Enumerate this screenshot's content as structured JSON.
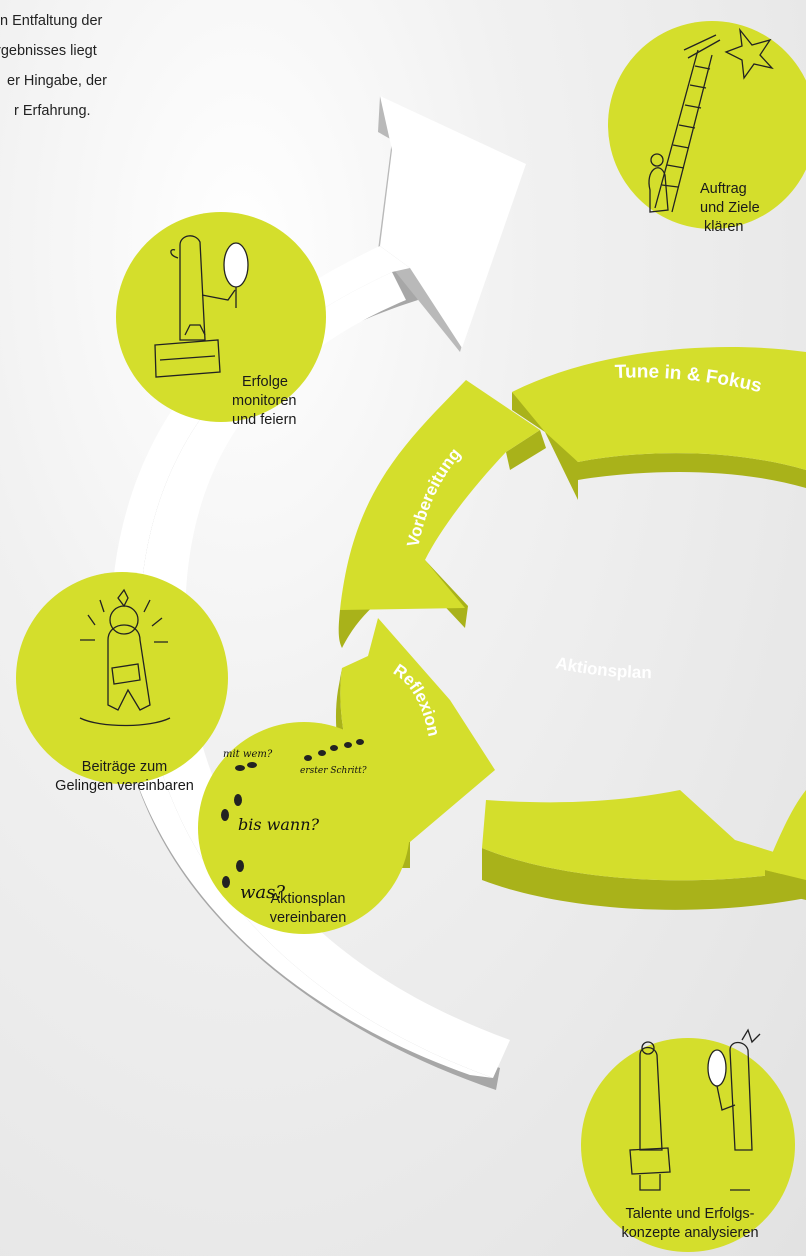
{
  "intro": {
    "lines": [
      "n Entfaltung der",
      "rgebnisses liegt",
      "er Hingabe, der",
      "r Erfahrung."
    ]
  },
  "outer_steps": [
    {
      "id": "auftrag",
      "lines": [
        "Auftrag",
        "und Ziele",
        "klären"
      ],
      "icon": "ladder-to-star-icon"
    },
    {
      "id": "erfolge",
      "lines": [
        "Erfolge",
        "monitoren",
        "und feiern"
      ],
      "icon": "figure-with-mirror-icon"
    },
    {
      "id": "beitraege",
      "lines": [
        "Beiträge zum",
        "Gelingen vereinbaren"
      ],
      "icon": "joyful-figure-icon"
    },
    {
      "id": "aktionsplan",
      "lines": [
        "Aktionsplan",
        "vereinbaren"
      ],
      "icon": "footsteps-icon"
    },
    {
      "id": "talente",
      "lines": [
        "Talente und Erfolgs-",
        "konzepte analysieren"
      ],
      "icon": "two-figures-mirror-icon"
    }
  ],
  "sketch_text": {
    "mit_wem": "mit wem?",
    "erster_schritt": "erster Schritt?",
    "bis_wann": "bis wann?",
    "was": "was?"
  },
  "inner_cycle": [
    "Tune in & Fokus",
    "Vorbereitung",
    "Reflexion",
    "Aktionsplan"
  ],
  "colors": {
    "accent": "#d4de2c",
    "accent_side": "#a9b21a",
    "arrow": "#ffffff",
    "arrow_side": "#a8a8a8",
    "text": "#1a1a1a",
    "label_text": "#ffffff"
  }
}
